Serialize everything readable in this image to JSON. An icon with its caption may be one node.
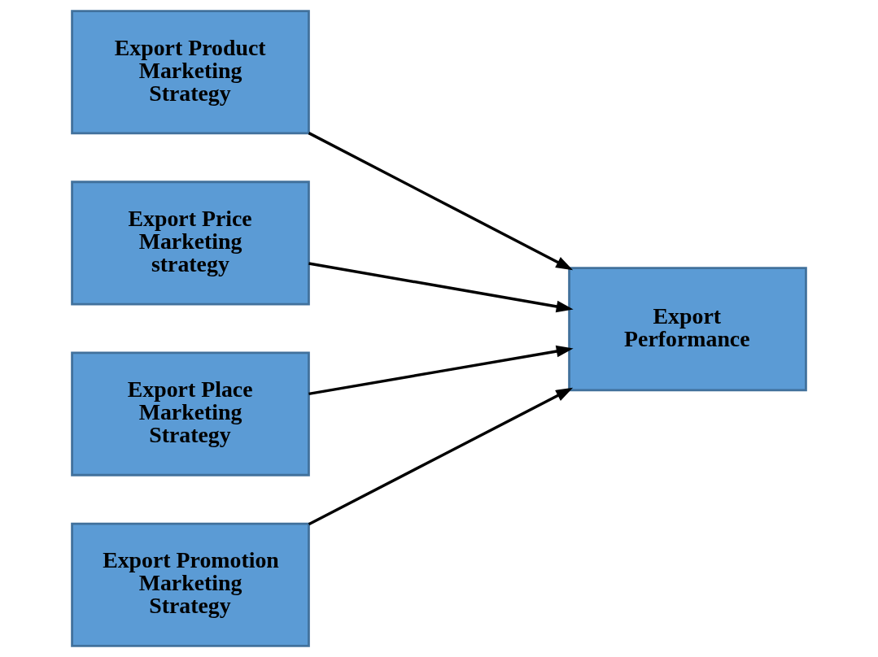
{
  "diagram": {
    "nodes": [
      {
        "text": [
          "Export Product Marketing Strategy"
        ]
      },
      {
        "text": [
          "Export Price Marketing strategy"
        ]
      },
      {
        "text": [
          "Export Place Marketing Strategy"
        ]
      },
      {
        "text": [
          "Export Promotion Marketing Strategy"
        ]
      },
      {
        "text": [
          "Export Performance"
        ]
      }
    ],
    "edges": [
      {
        "from": 0,
        "to": 4,
        "arrow": "to"
      },
      {
        "from": 1,
        "to": 4,
        "arrow": "to"
      },
      {
        "from": 2,
        "to": 4,
        "arrow": "to"
      },
      {
        "from": 3,
        "to": 4,
        "arrow": "to"
      }
    ]
  }
}
